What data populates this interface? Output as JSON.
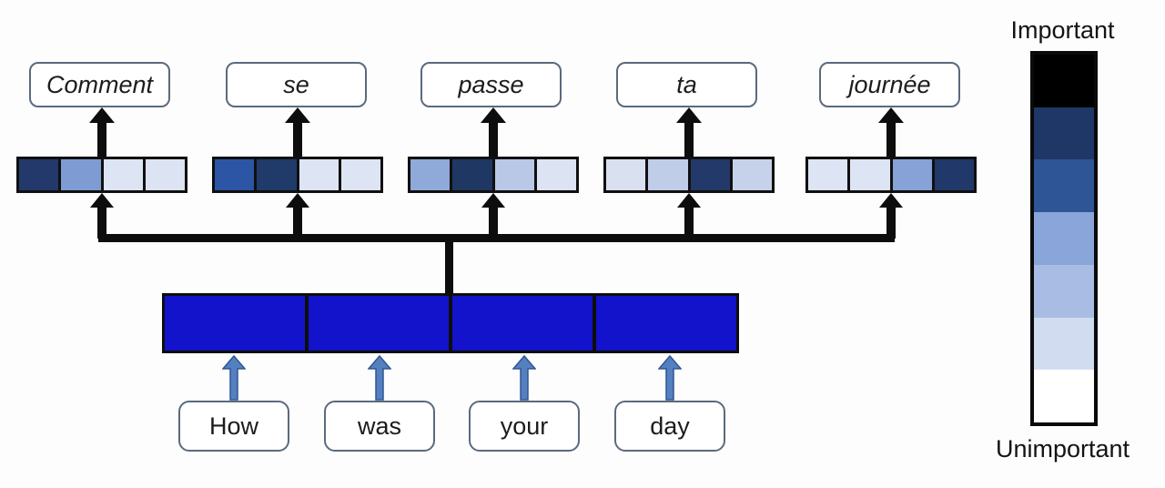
{
  "diagram": {
    "output_tokens": [
      {
        "label": "Comment",
        "weights": [
          "#24396b",
          "#7e9cd3",
          "#dde4f3",
          "#dce3f2"
        ]
      },
      {
        "label": "se",
        "weights": [
          "#2c55a5",
          "#203a69",
          "#dde4f3",
          "#dde4f3"
        ]
      },
      {
        "label": "passe",
        "weights": [
          "#8fa9d8",
          "#1f3763",
          "#b9c8e6",
          "#dce3f2"
        ]
      },
      {
        "label": "ta",
        "weights": [
          "#d9e0f0",
          "#c0cde8",
          "#22396a",
          "#c6d2ea"
        ]
      },
      {
        "label": "journée",
        "weights": [
          "#dde4f3",
          "#dde4f3",
          "#86a2d6",
          "#21386a"
        ]
      }
    ],
    "input_tokens": [
      {
        "label": "How"
      },
      {
        "label": "was"
      },
      {
        "label": "your"
      },
      {
        "label": "day"
      }
    ],
    "encoder": {
      "cell_color": "#1313cb"
    },
    "legend": {
      "top_label": "Important",
      "bottom_label": "Unimportant",
      "scale_colors": [
        "#000000",
        "#1e3766",
        "#2e5596",
        "#8aa5d9",
        "#a9bce3",
        "#d2dcf1",
        "#ffffff"
      ]
    },
    "arrow_colors": {
      "decoder_arrows": "#0d0d0d",
      "input_arrow_fill": "#5580c0",
      "input_arrow_stroke": "#2f5694"
    }
  }
}
